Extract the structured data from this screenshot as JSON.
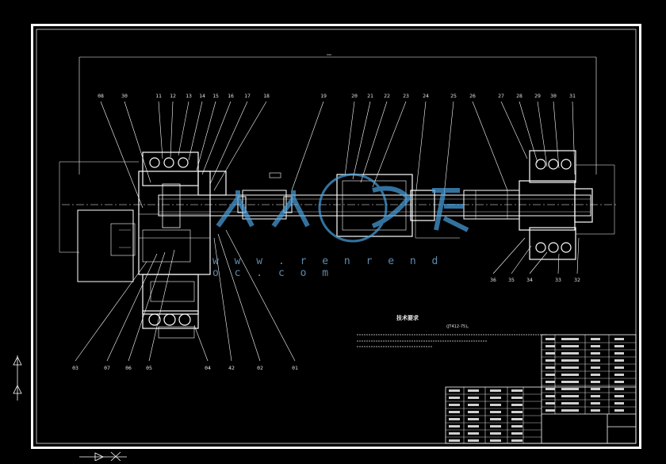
{
  "drawing": {
    "part_labels_top": [
      "08",
      "30",
      "11",
      "12",
      "13",
      "14",
      "15",
      "16",
      "17",
      "18",
      "19",
      "20",
      "21",
      "22",
      "23",
      "24",
      "25",
      "26",
      "27",
      "28",
      "29",
      "30",
      "31"
    ],
    "part_labels_bottom_left": [
      "03",
      "07",
      "06",
      "05",
      "04",
      "42",
      "02",
      "01"
    ],
    "part_labels_bottom_right": [
      "36",
      "35",
      "34",
      "33",
      "32"
    ]
  },
  "watermark": {
    "url_text": "w w w . r e n r e n d o c . c o m"
  },
  "technical_notes": {
    "title": "技术要求",
    "note_1_suffix": "(JT412-75)。"
  },
  "colors": {
    "background": "#000000",
    "line": "#ffffff",
    "watermark_blue": "#4aa3e0"
  }
}
